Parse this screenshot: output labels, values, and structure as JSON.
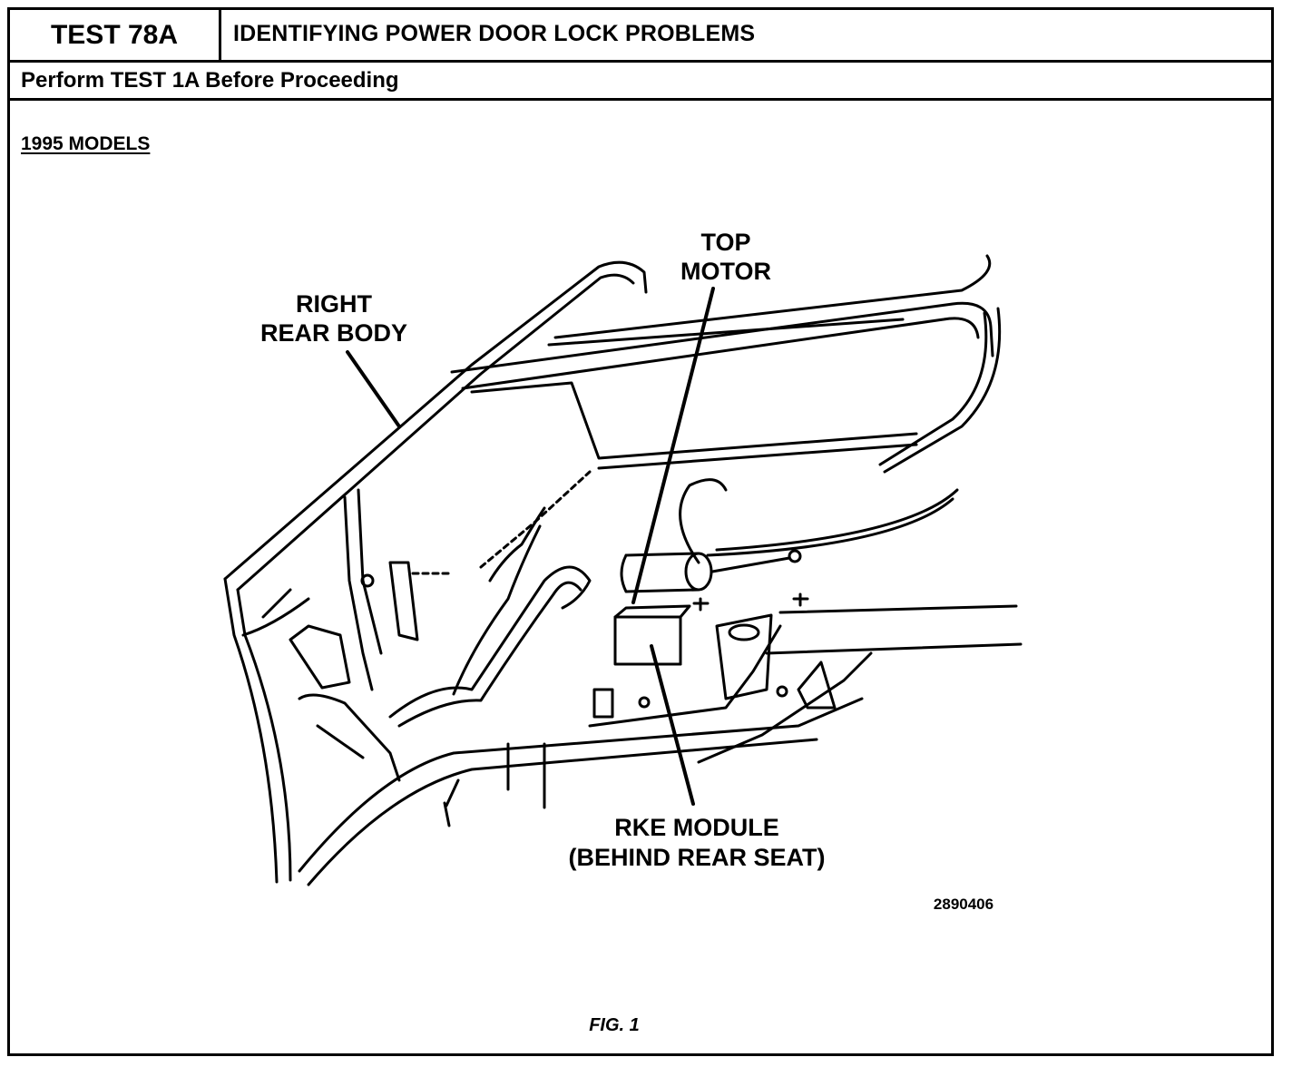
{
  "header": {
    "test_id": "TEST 78A",
    "title": "IDENTIFYING POWER DOOR LOCK PROBLEMS",
    "prerequisite": "Perform TEST 1A Before Proceeding"
  },
  "section": {
    "models_label": "1995 MODELS"
  },
  "figure": {
    "callouts": {
      "top_motor_line1": "TOP",
      "top_motor_line2": "MOTOR",
      "right_rear_body_line1": "RIGHT",
      "right_rear_body_line2": "REAR BODY",
      "rke_module_line1": "RKE MODULE",
      "rke_module_line2": "(BEHIND REAR SEAT)"
    },
    "reference_number": "2890406",
    "caption": "FIG. 1"
  }
}
